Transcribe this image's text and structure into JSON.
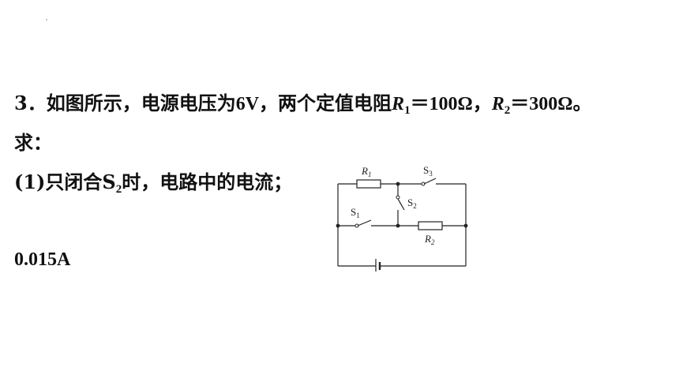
{
  "question": {
    "number": "3",
    "intro": "．如图所示，电源电压为",
    "voltage": "6V",
    "mid": "，两个定值电阻",
    "r1_symbol": "R",
    "r1_sub": "1",
    "r1_value": "＝100Ω",
    "sep": "，",
    "r2_symbol": "R",
    "r2_sub": "2",
    "r2_value": "＝300Ω。",
    "ask": "求："
  },
  "part1": {
    "prefix": "(1)只闭合S",
    "sub": "2",
    "suffix": "时，电路中的电流；"
  },
  "answer": {
    "text": "0.015A"
  },
  "circuit": {
    "r1_label": "R",
    "r1_sub": "1",
    "r2_label": "R",
    "r2_sub": "2",
    "s1_label": "S",
    "s1_sub": "1",
    "s2_label": "S",
    "s2_sub": "2",
    "s3_label": "S",
    "s3_sub": "3"
  }
}
